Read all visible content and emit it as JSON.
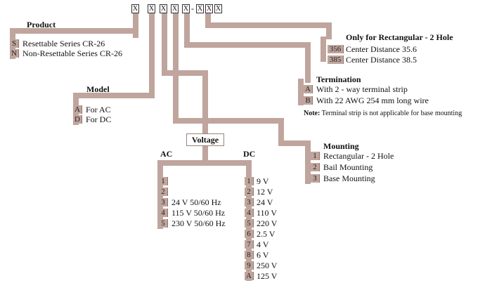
{
  "code": {
    "boxes": [
      "X",
      "X",
      "X",
      "X",
      "X"
    ],
    "separator": "-",
    "suffix": [
      "X",
      "X",
      "X"
    ]
  },
  "product": {
    "title": "Product",
    "options": [
      {
        "code": "S",
        "text": "Resettable Series CR-26"
      },
      {
        "code": "N",
        "text": "Non-Resettable Series CR-26"
      }
    ]
  },
  "model": {
    "title": "Model",
    "options": [
      {
        "code": "A",
        "text": "For AC"
      },
      {
        "code": "D",
        "text": "For DC"
      }
    ]
  },
  "voltage": {
    "title": "Voltage",
    "ac": {
      "title": "AC",
      "options": [
        {
          "code": "1",
          "text": ""
        },
        {
          "code": "2",
          "text": ""
        },
        {
          "code": "3",
          "text": "24 V 50/60 Hz"
        },
        {
          "code": "4",
          "text": "115 V 50/60 Hz"
        },
        {
          "code": "5",
          "text": "230 V 50/60 Hz"
        }
      ]
    },
    "dc": {
      "title": "DC",
      "options": [
        {
          "code": "1",
          "text": "9 V"
        },
        {
          "code": "2",
          "text": "12 V"
        },
        {
          "code": "3",
          "text": "24 V"
        },
        {
          "code": "4",
          "text": "110 V"
        },
        {
          "code": "5",
          "text": "220 V"
        },
        {
          "code": "6",
          "text": "2.5 V"
        },
        {
          "code": "7",
          "text": "4 V"
        },
        {
          "code": "8",
          "text": "6 V"
        },
        {
          "code": "9",
          "text": "250 V"
        },
        {
          "code": "A",
          "text": "125 V"
        }
      ]
    }
  },
  "rect": {
    "title": "Only for Rectangular - 2 Hole",
    "options": [
      {
        "code": "356",
        "text": "Center Distance 35.6"
      },
      {
        "code": "385",
        "text": "Center Distance 38.5"
      }
    ]
  },
  "termination": {
    "title": "Termination",
    "options": [
      {
        "code": "A",
        "text": "With 2 - way terminal strip"
      },
      {
        "code": "B",
        "text": "With 22 AWG 254 mm long wire"
      }
    ],
    "note_label": "Note:",
    "note_text": "Terminal strip is not applicable for base mounting"
  },
  "mounting": {
    "title": "Mounting",
    "options": [
      {
        "code": "1",
        "text": "Rectangular - 2 Hole"
      },
      {
        "code": "2",
        "text": "Bail Mounting"
      },
      {
        "code": "3",
        "text": "Base Mounting"
      }
    ]
  }
}
